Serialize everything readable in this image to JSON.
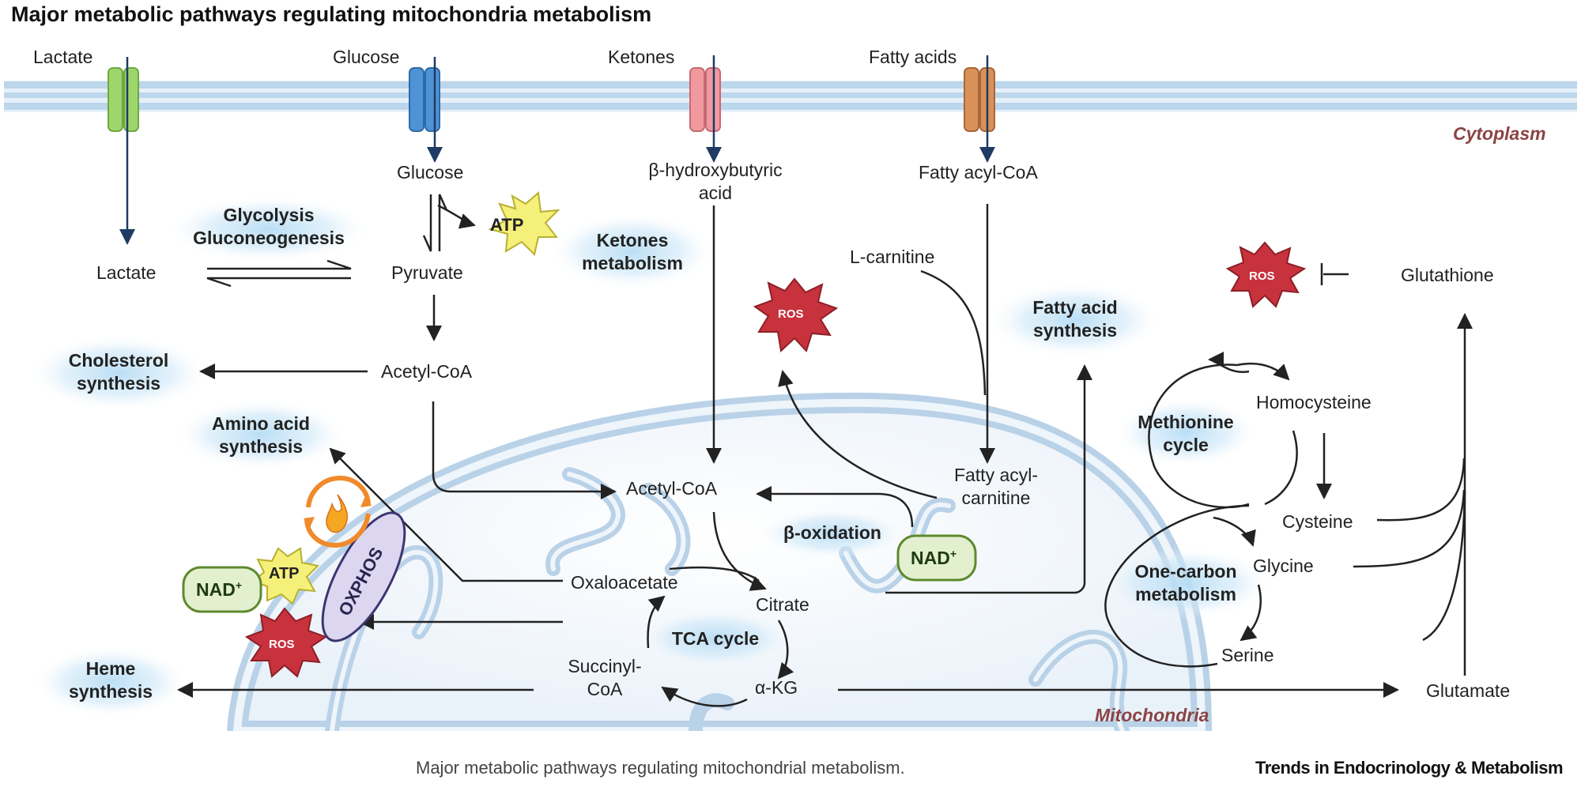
{
  "title": "Major metabolic pathways regulating mitochondria metabolism",
  "compartments": {
    "cytoplasm": "Cytoplasm",
    "mitochondria": "Mitochondria"
  },
  "transporters": {
    "lactate": "Lactate",
    "glucose": "Glucose",
    "ketones": "Ketones",
    "fatty_acids": "Fatty acids"
  },
  "metabolites": {
    "lactate": "Lactate",
    "glucose": "Glucose",
    "pyruvate": "Pyruvate",
    "acetyl_coa_cyto": "Acetyl-CoA",
    "bhb_line1": "β-hydroxybutyric",
    "bhb_line2": "acid",
    "fatty_acyl_coa": "Fatty acyl-CoA",
    "l_carnitine": "L-carnitine",
    "fatty_acyl_carnitine_line1": "Fatty acyl-",
    "fatty_acyl_carnitine_line2": "carnitine",
    "acetyl_coa_mito": "Acetyl-CoA",
    "oxaloacetate": "Oxaloacetate",
    "citrate": "Citrate",
    "akg": "α-KG",
    "succinyl_line1": "Succinyl-",
    "succinyl_line2": "CoA",
    "glutathione": "Glutathione",
    "homocysteine": "Homocysteine",
    "cysteine": "Cysteine",
    "glycine": "Glycine",
    "serine": "Serine",
    "glutamate": "Glutamate"
  },
  "pathways": {
    "glycolysis_line1": "Glycolysis",
    "glycolysis_line2": "Gluconeogenesis",
    "ketones_line1": "Ketones",
    "ketones_line2": "metabolism",
    "cholesterol_line1": "Cholesterol",
    "cholesterol_line2": "synthesis",
    "amino_line1": "Amino acid",
    "amino_line2": "synthesis",
    "fatty_acid_syn_line1": "Fatty acid",
    "fatty_acid_syn_line2": "synthesis",
    "methionine_line1": "Methionine",
    "methionine_line2": "cycle",
    "one_carbon_line1": "One-carbon",
    "one_carbon_line2": "metabolism",
    "beta_oxidation": "β-oxidation",
    "tca": "TCA cycle",
    "heme_line1": "Heme",
    "heme_line2": "synthesis",
    "oxphos": "OXPHOS"
  },
  "badges": {
    "atp": "ATP",
    "ros": "ROS",
    "nad": "NAD",
    "nad_sup": "+"
  },
  "caption": "Major metabolic pathways regulating mitochondrial metabolism.",
  "brand": "Trends in Endocrinology & Metabolism",
  "colors": {
    "membrane": "#bcd6ec",
    "membrane_light": "#e6f0f9",
    "arrow": "#222222",
    "arrow_blue": "#1f3b63",
    "glow": "#bfe2f6",
    "lactate_channel": "#9fd66b",
    "glucose_channel": "#4f93d6",
    "ketone_channel": "#f09aa0",
    "fatty_channel": "#d9915a",
    "ros": "#c8323d",
    "atp": "#f4f07a",
    "nad_fill": "#e3f0cf",
    "nad_stroke": "#5e8a2e",
    "oxphos_fill": "#dcd6f0",
    "oxphos_stroke": "#3d3570",
    "compartment_text": "#8a4444"
  }
}
